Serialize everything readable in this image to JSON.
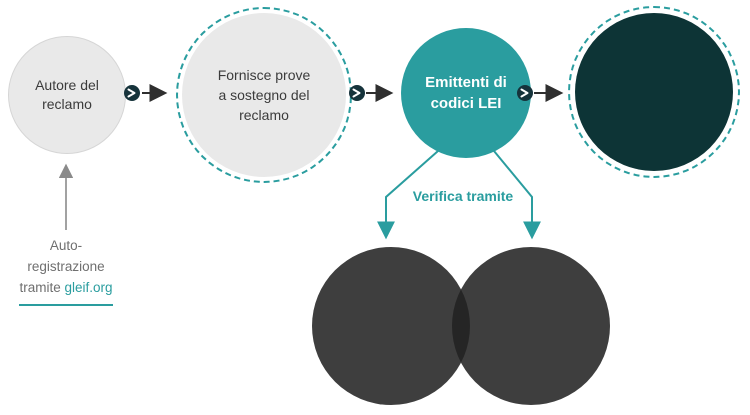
{
  "colors": {
    "teal": "#2a9d9f",
    "dark_teal": "#0d3436",
    "light_gray": "#e9e9e9",
    "text_dark": "#3b3b3b",
    "text_gray": "#6f6f6f",
    "arrow_dark": "#2f2f2f",
    "arrow_gray": "#8a8a8a",
    "dot_dark": "#16333b",
    "venn_gray": "rgba(33,33,33,0.87)"
  },
  "flow": {
    "step1": {
      "label": "Autore del reclamo"
    },
    "step2": {
      "label": "Fornisce prove a sostegno del reclamo"
    },
    "step3": {
      "line1": "Emittenti  di",
      "line2": "codici LEI"
    },
    "step4": {
      "label": ""
    }
  },
  "annotation": {
    "line1": "Auto-",
    "line2": "registrazione",
    "line3_prefix": "tramite ",
    "link": "gleif.org"
  },
  "verify_label": "Verifica tramite"
}
